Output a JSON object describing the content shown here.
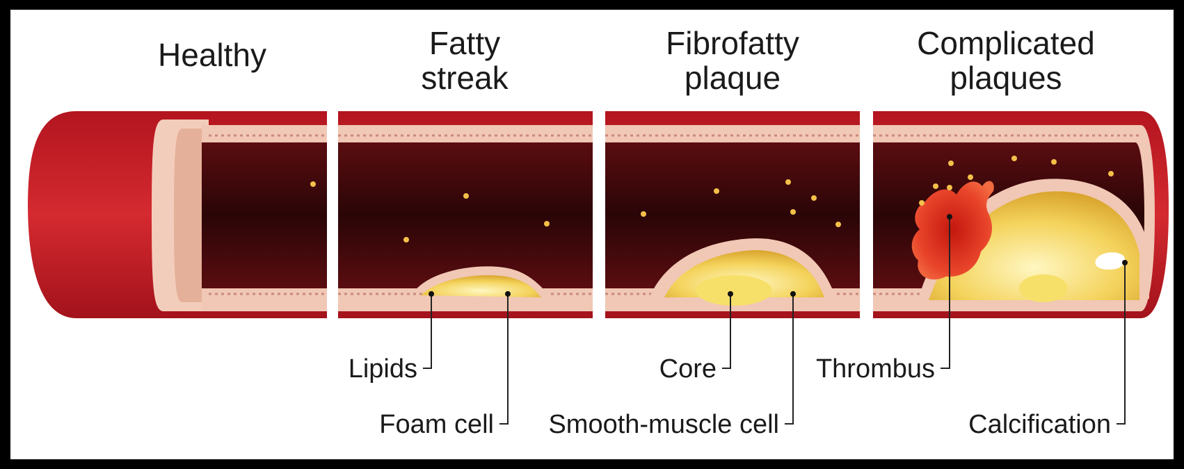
{
  "stages": [
    {
      "line1": "Healthy",
      "line2": ""
    },
    {
      "line1": "Fatty",
      "line2": "streak"
    },
    {
      "line1": "Fibrofatty",
      "line2": "plaque"
    },
    {
      "line1": "Complicated",
      "line2": "plaques"
    }
  ],
  "labels": {
    "lipids": "Lipids",
    "foam_cell": "Foam cell",
    "core": "Core",
    "smooth_muscle_cell": "Smooth-muscle cell",
    "thrombus": "Thrombus",
    "calcification": "Calcification"
  },
  "colors": {
    "frame": "#000000",
    "panel": "#ffffff",
    "vessel_wall": "#c8202a",
    "lumen": "#4a0b0e",
    "intima": "#f1c7b5",
    "lipid": "#f2cd55",
    "thrombus": "#e23a1c",
    "calcification": "#ffffff"
  }
}
